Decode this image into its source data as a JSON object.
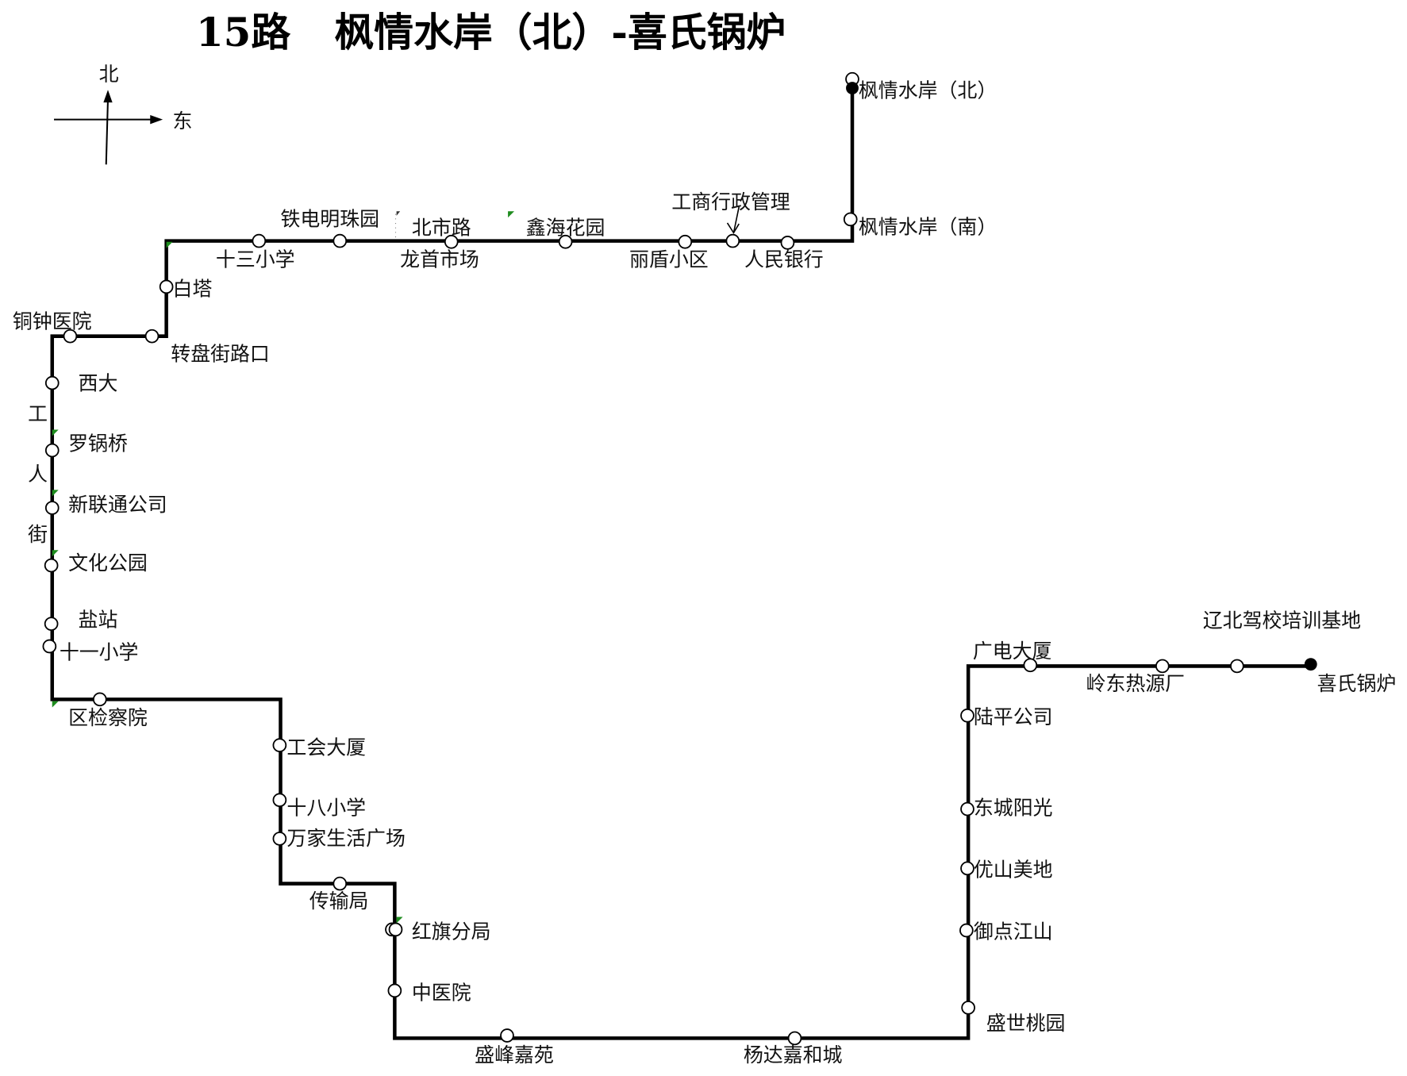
{
  "title": {
    "route_number": "15路",
    "route_name": "枫情水岸（北）-喜氏锅炉"
  },
  "compass": {
    "north": "北",
    "east": "东"
  },
  "street": {
    "name_chars": [
      "工",
      "人",
      "街"
    ]
  },
  "stations": [
    {
      "name": "枫情水岸（北）",
      "terminal": true
    },
    {
      "name": "枫情水岸（南）"
    },
    {
      "name": "人民银行"
    },
    {
      "name": "工商行政管理"
    },
    {
      "name": "丽盾小区"
    },
    {
      "name": "鑫海花园"
    },
    {
      "name": "北市路"
    },
    {
      "name": "龙首市场"
    },
    {
      "name": "铁电明珠园"
    },
    {
      "name": "十三小学"
    },
    {
      "name": "白塔"
    },
    {
      "name": "转盘街路口"
    },
    {
      "name": "铜钟医院"
    },
    {
      "name": "西大"
    },
    {
      "name": "罗锅桥"
    },
    {
      "name": "新联通公司"
    },
    {
      "name": "文化公园"
    },
    {
      "name": "盐站"
    },
    {
      "name": "十一小学"
    },
    {
      "name": "区检察院"
    },
    {
      "name": "工会大厦"
    },
    {
      "name": "十八小学"
    },
    {
      "name": "万家生活广场"
    },
    {
      "name": "传输局"
    },
    {
      "name": "红旗分局"
    },
    {
      "name": "中医院"
    },
    {
      "name": "盛峰嘉苑"
    },
    {
      "name": "杨达嘉和城"
    },
    {
      "name": "盛世桃园"
    },
    {
      "name": "御点江山"
    },
    {
      "name": "优山美地"
    },
    {
      "name": "东城阳光"
    },
    {
      "name": "陆平公司"
    },
    {
      "name": "广电大厦"
    },
    {
      "name": "岭东热源厂"
    },
    {
      "name": "辽北驾校培训基地"
    },
    {
      "name": "喜氏锅炉",
      "terminal": true
    }
  ],
  "colors": {
    "route_line": "#000000",
    "stop_fill": "#ffffff",
    "marker": "#1e8c1e"
  }
}
